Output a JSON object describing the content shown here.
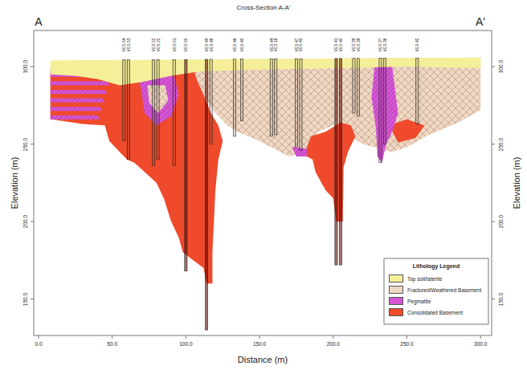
{
  "diagram": {
    "title": "Cross-Section A-A'",
    "labels": [
      "A",
      "A'",
      "Elevation (m)",
      "Elevation (m)",
      "Distance (m)",
      "0.0",
      "50.0",
      "100.0",
      "150.0",
      "200.0",
      "250.0",
      "300.0",
      "300.0",
      "250.0",
      "200.0",
      "150.0",
      "300.0",
      "250.0",
      "200.0",
      "150.0",
      "Lithology Legend",
      "VES 54",
      "VES 53",
      "VES 52",
      "VES 22",
      "VES 51",
      "VES 50",
      "VES 49",
      "VES 48",
      "VES 46",
      "VES 45",
      "VES 44",
      "VES 18",
      "VES 47",
      "VES 43",
      "VES 41",
      "VES 40",
      "VES 39",
      "VES 38",
      "VES 37",
      "VES 36",
      "VES 42"
    ],
    "legend": [
      {
        "text": "Top soil/laterite",
        "color": "#f5ef9a"
      },
      {
        "text": "Fractured/Weathered Basement",
        "color": "#efd8c3"
      },
      {
        "text": "Pegmatite",
        "color": "#d455d4"
      },
      {
        "text": "Consolidated Basement",
        "color": "#ef4a2c"
      }
    ]
  }
}
